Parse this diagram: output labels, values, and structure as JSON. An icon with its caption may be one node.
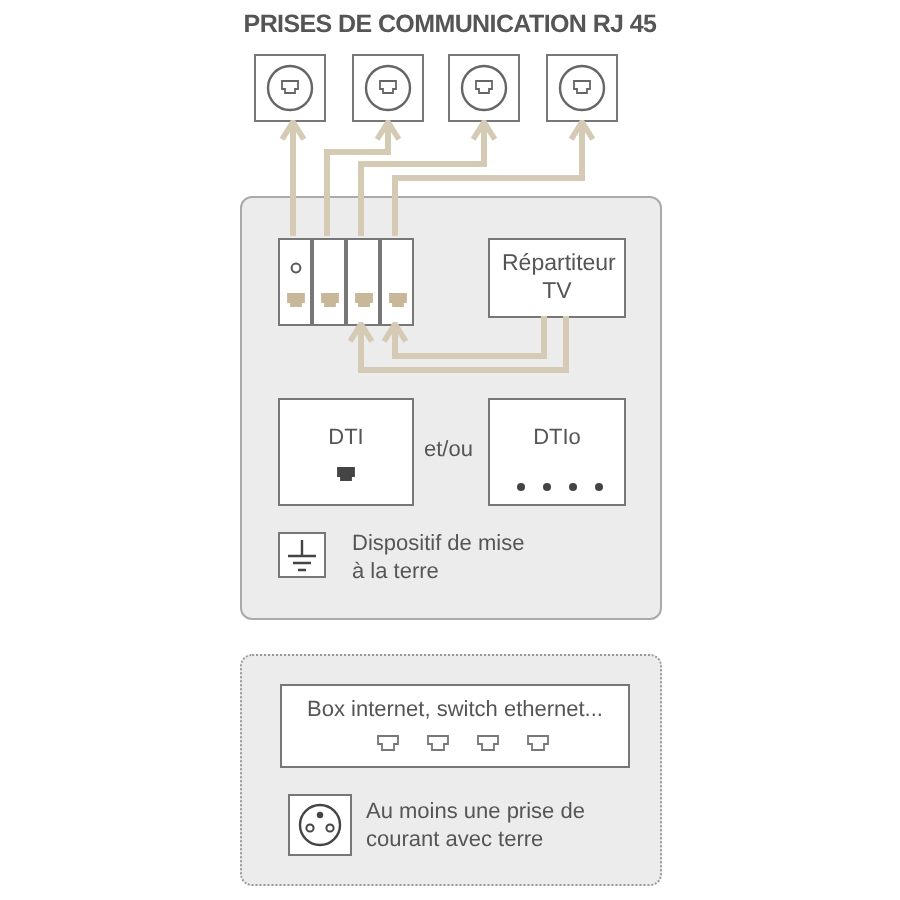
{
  "diagram": {
    "title": "PRISES DE COMMUNICATION RJ 45",
    "nodes": [
      {
        "text": [],
        "shape": "box"
      },
      {
        "text": [],
        "shape": "box"
      },
      {
        "text": [],
        "shape": "box"
      },
      {
        "text": [],
        "shape": "box"
      },
      {
        "text": [],
        "shape": "box"
      },
      {
        "text": [],
        "shape": "box",
        "in": 4
      },
      {
        "text": [],
        "shape": "box",
        "in": 4
      },
      {
        "text": [],
        "shape": "box",
        "in": 4
      },
      {
        "text": [],
        "shape": "box",
        "in": 4
      },
      {
        "text": [
          "Répartiteur TV"
        ],
        "in": 4
      },
      {
        "text": [
          "DTI"
        ],
        "in": 4
      },
      {
        "text": [
          "DTIo"
        ],
        "in": 4
      },
      {
        "text": [
          "Dispositif de mise à la terre"
        ],
        "in": 4
      },
      {
        "text": [],
        "shape": "box"
      },
      {
        "text": [
          "Box internet, switch ethernet..."
        ],
        "in": 13
      },
      {
        "text": [
          "Au moins une prise de courant avec terre"
        ],
        "in": 13
      }
    ],
    "edges": [
      {
        "from": 5,
        "to": 0,
        "arrow": "to"
      },
      {
        "from": 6,
        "to": 1,
        "arrow": "to"
      },
      {
        "from": 7,
        "to": 2,
        "arrow": "to"
      },
      {
        "from": 8,
        "to": 3,
        "arrow": "to"
      },
      {
        "from": 9,
        "to": 7,
        "arrow": "to"
      },
      {
        "from": 9,
        "to": 8,
        "arrow": "to"
      }
    ],
    "labels": [
      "et/ou"
    ]
  }
}
